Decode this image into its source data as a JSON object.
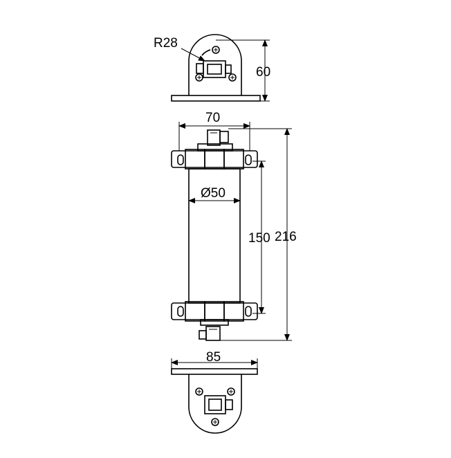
{
  "drawing": {
    "dimensions": {
      "radius": "R28",
      "bracket_height": "60",
      "flange_width": "70",
      "diameter": "Ø50",
      "mount_spacing": "150",
      "overall_length": "216",
      "base_width": "85"
    }
  }
}
